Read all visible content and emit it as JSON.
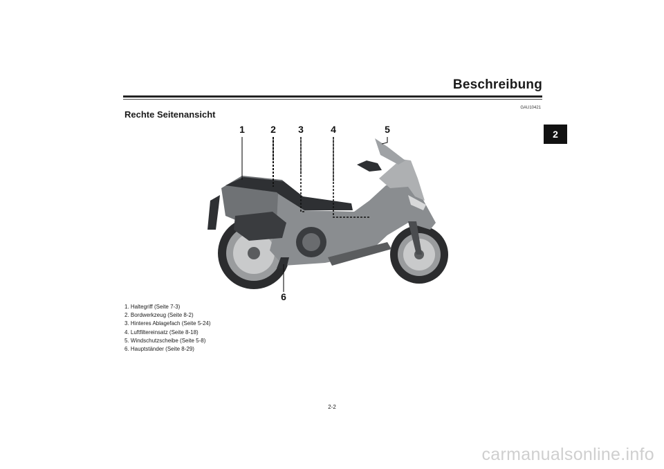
{
  "header": {
    "chapter_title": "Beschreibung",
    "chapter_number": "2"
  },
  "section": {
    "code": "GAU10421",
    "title": "Rechte Seitenansicht"
  },
  "figure": {
    "callouts": [
      "1",
      "2",
      "3",
      "4",
      "5",
      "6"
    ],
    "colors": {
      "body": "#8a8d90",
      "dark": "#3a3c3f",
      "tire": "#2b2c2e",
      "callout_line": "#111111"
    }
  },
  "legend": [
    "1. Haltegriff (Seite 7-3)",
    "2. Bordwerkzeug (Seite 8-2)",
    "3. Hinteres Ablagefach (Seite 5-24)",
    "4. Luftfiltereinsatz (Seite 8-18)",
    "5. Windschutzscheibe (Seite 5-8)",
    "6. Hauptständer (Seite 8-29)"
  ],
  "footer": {
    "page_number": "2-2",
    "watermark": "carmanualsonline.info"
  }
}
